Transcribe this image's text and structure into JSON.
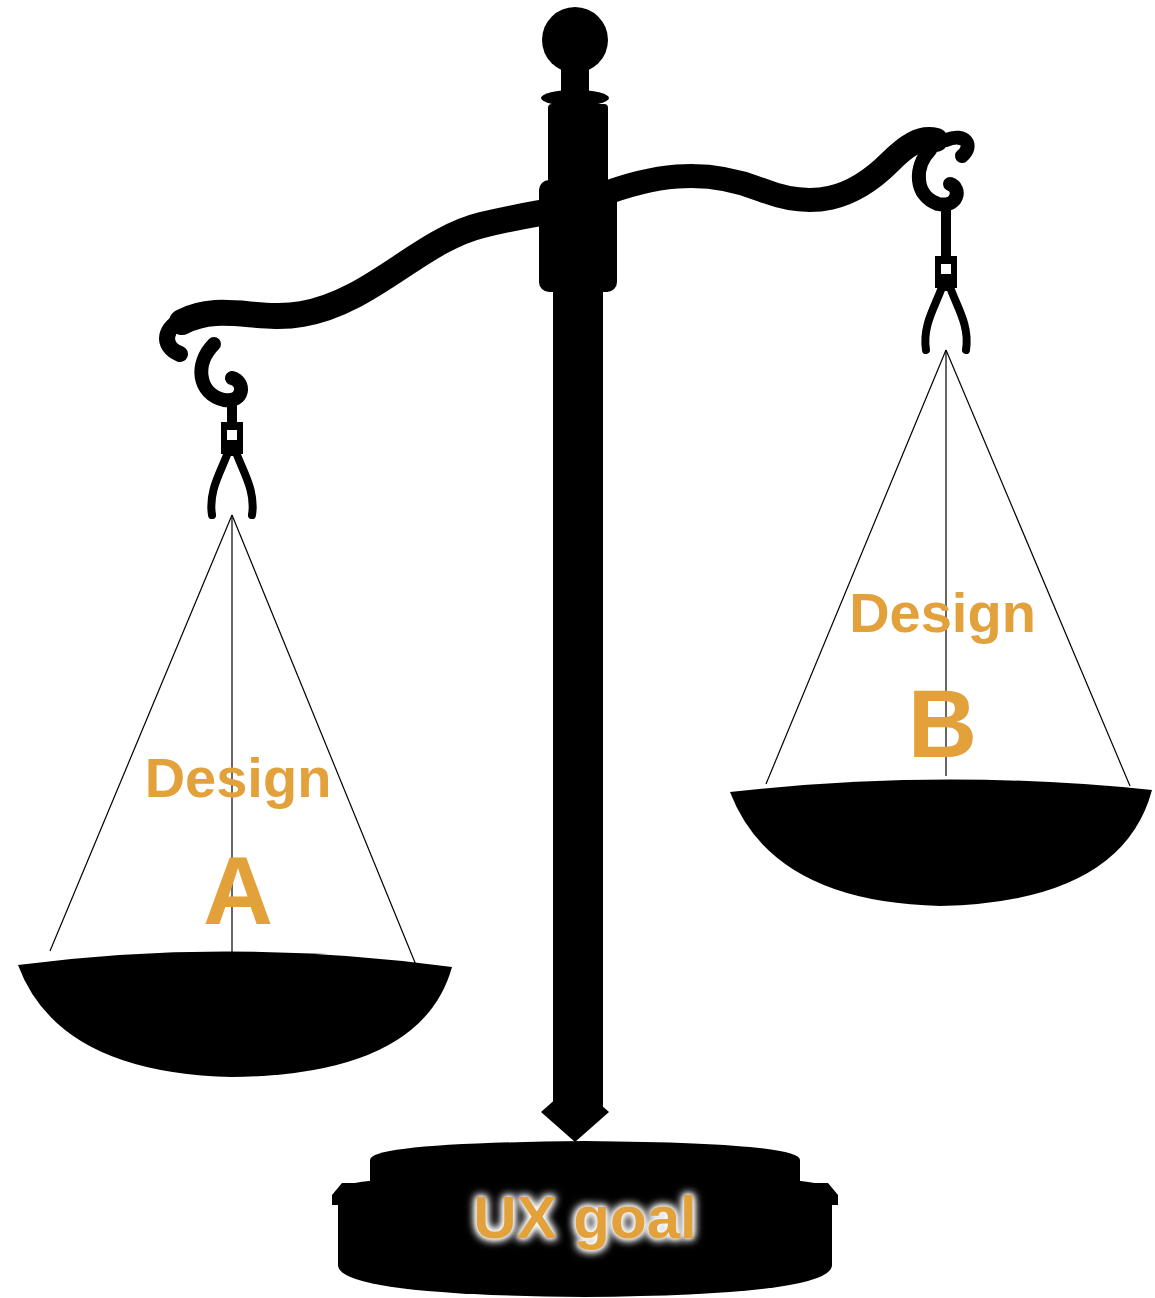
{
  "diagram": {
    "nodes": [
      {
        "text": [
          "Design",
          "A"
        ]
      },
      {
        "text": [
          "Design",
          "B"
        ]
      },
      {
        "text": [
          "UX goal"
        ]
      }
    ]
  }
}
